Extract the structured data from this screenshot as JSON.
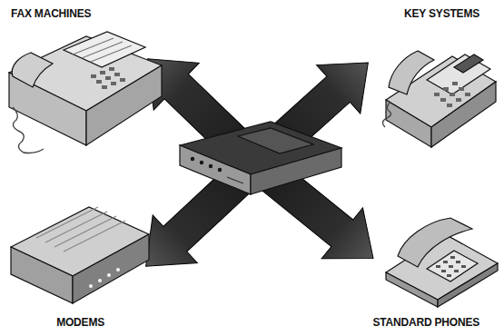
{
  "diagram": {
    "labels": [
      "FAX MACHINES",
      "KEY SYSTEMS",
      "MODEMS",
      "STANDARD PHONES"
    ]
  }
}
